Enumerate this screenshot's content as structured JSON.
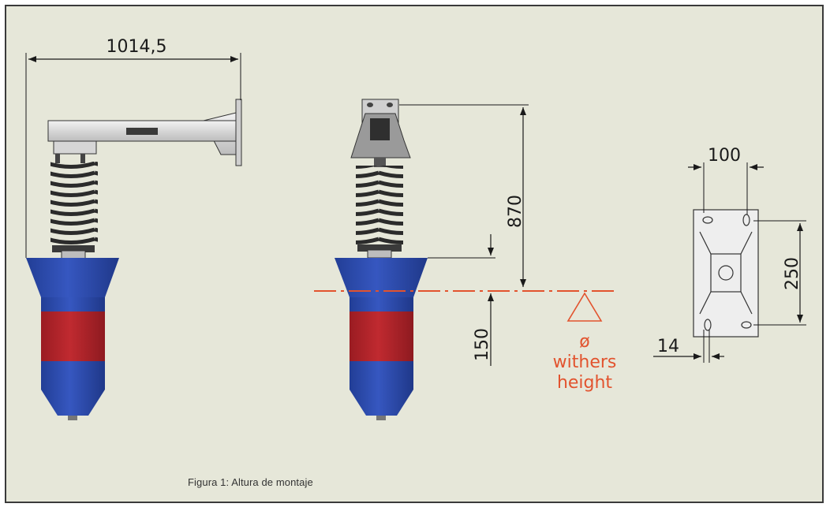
{
  "dimensions": {
    "arm_length": "1014,5",
    "bracket_to_top": "870",
    "above_withers": "150",
    "plate_width": "100",
    "plate_height": "250",
    "plate_edge": "14"
  },
  "withers": {
    "symbol": "ø",
    "line1": "withers",
    "line2": "height"
  },
  "caption": "Figura 1: Altura de montaje",
  "colors": {
    "background": "#e6e7d9",
    "body_blue": "#2a47a8",
    "band_red": "#b3222a",
    "withers_red": "#e2532e",
    "metal": "#d9d9d9"
  }
}
